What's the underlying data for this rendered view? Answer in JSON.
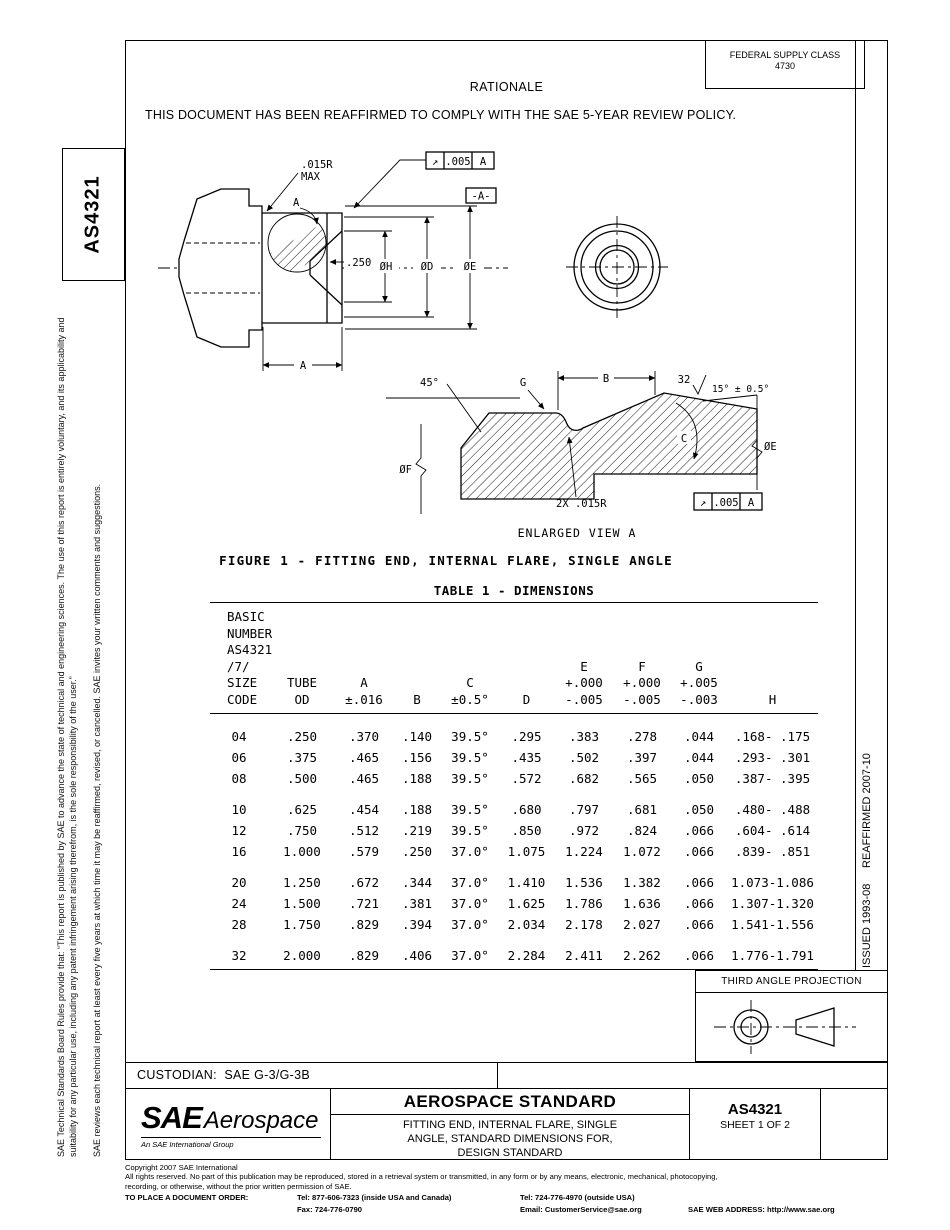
{
  "header": {
    "federal_supply_class_label": "FEDERAL SUPPLY CLASS",
    "federal_supply_class_value": "4730",
    "rationale_title": "RATIONALE",
    "rationale_text": "THIS DOCUMENT HAS BEEN REAFFIRMED TO COMPLY WITH THE SAE 5-YEAR REVIEW POLICY."
  },
  "left_margin": {
    "doc_number": "AS4321",
    "disclaimer_board_rules": "SAE Technical Standards Board Rules provide that: “This report is published by SAE to advance the state of technical and engineering sciences. The use of this report is entirely voluntary, and its applicability and suitability for any particular use, including any patent infringement arising therefrom, is the sole responsibility of the user.”",
    "disclaimer_review": "SAE reviews each technical report at least every five years at which time it may be reaffirmed, revised, or cancelled. SAE invites your written comments and suggestions."
  },
  "right_margin": {
    "reaffirmed": "REAFFIRMED 2007-10",
    "issued": "ISSUED 1993-08"
  },
  "figure": {
    "caption": "FIGURE 1 - FITTING END, INTERNAL FLARE, SINGLE ANGLE",
    "enlarged_view": "ENLARGED VIEW A",
    "labels": {
      "radius_max_1": ".015R",
      "radius_max_2": "MAX",
      "fcf_symbol": "↗",
      "fcf_tol": ".005",
      "fcf_datum": "A",
      "datum_flag": "-A-",
      "detail_circle": "A",
      "dim_250": ".250",
      "dia_h": "ØH",
      "dia_d": "ØD",
      "dia_e": "ØE",
      "dim_a": "A",
      "angle_45": "45°",
      "dim_g": "G",
      "dim_b": "B",
      "finish_32": "32",
      "angle_15": "15° ± 0.5°",
      "angle_c": "C",
      "dia_f": "ØF",
      "dia_e2": "ØE",
      "radius_2x": "2X .015R"
    }
  },
  "table": {
    "title": "TABLE 1 - DIMENSIONS",
    "columns": [
      {
        "lines": [
          "BASIC",
          "NUMBER",
          "AS4321",
          "/7/",
          "SIZE",
          "CODE"
        ]
      },
      {
        "lines": [
          "TUBE",
          "OD"
        ]
      },
      {
        "lines": [
          "A",
          "±.016"
        ]
      },
      {
        "lines": [
          "B"
        ]
      },
      {
        "lines": [
          "C",
          "±0.5°"
        ]
      },
      {
        "lines": [
          "D"
        ]
      },
      {
        "lines": [
          "E",
          "+.000",
          "-.005"
        ]
      },
      {
        "lines": [
          "F",
          "+.000",
          "-.005"
        ]
      },
      {
        "lines": [
          "G",
          "+.005",
          "-.003"
        ]
      },
      {
        "lines": [
          "H"
        ]
      }
    ],
    "row_groups": [
      [
        [
          "04",
          ".250",
          ".370",
          ".140",
          "39.5°",
          ".295",
          ".383",
          ".278",
          ".044",
          ".168- .175"
        ],
        [
          "06",
          ".375",
          ".465",
          ".156",
          "39.5°",
          ".435",
          ".502",
          ".397",
          ".044",
          ".293- .301"
        ],
        [
          "08",
          ".500",
          ".465",
          ".188",
          "39.5°",
          ".572",
          ".682",
          ".565",
          ".050",
          ".387- .395"
        ]
      ],
      [
        [
          "10",
          ".625",
          ".454",
          ".188",
          "39.5°",
          ".680",
          ".797",
          ".681",
          ".050",
          ".480- .488"
        ],
        [
          "12",
          ".750",
          ".512",
          ".219",
          "39.5°",
          ".850",
          ".972",
          ".824",
          ".066",
          ".604- .614"
        ],
        [
          "16",
          "1.000",
          ".579",
          ".250",
          "37.0°",
          "1.075",
          "1.224",
          "1.072",
          ".066",
          ".839- .851"
        ]
      ],
      [
        [
          "20",
          "1.250",
          ".672",
          ".344",
          "37.0°",
          "1.410",
          "1.536",
          "1.382",
          ".066",
          "1.073-1.086"
        ],
        [
          "24",
          "1.500",
          ".721",
          ".381",
          "37.0°",
          "1.625",
          "1.786",
          "1.636",
          ".066",
          "1.307-1.320"
        ],
        [
          "28",
          "1.750",
          ".829",
          ".394",
          "37.0°",
          "2.034",
          "2.178",
          "2.027",
          ".066",
          "1.541-1.556"
        ]
      ],
      [
        [
          "32",
          "2.000",
          ".829",
          ".406",
          "37.0°",
          "2.284",
          "2.411",
          "2.262",
          ".066",
          "1.776-1.791"
        ]
      ]
    ]
  },
  "projection": {
    "label": "THIRD ANGLE PROJECTION"
  },
  "custodian": {
    "text": "CUSTODIAN:  SAE G-3/G-3B"
  },
  "title_block": {
    "logo_sae": "SAE",
    "logo_aerospace": "Aerospace",
    "logo_tagline": "An SAE International Group",
    "doc_type": "AEROSPACE STANDARD",
    "title_line1": "FITTING END, INTERNAL FLARE, SINGLE",
    "title_line2": "ANGLE, STANDARD DIMENSIONS FOR,",
    "title_line3": "DESIGN STANDARD",
    "doc_number": "AS4321",
    "sheet": "SHEET 1 OF 2"
  },
  "footer": {
    "copyright": "Copyright 2007 SAE International",
    "rights_line1": "All rights reserved. No part of this publication may be reproduced, stored in a retrieval system or transmitted, in any form or by any means, electronic, mechanical, photocopying,",
    "rights_line2": "recording, or otherwise, without the prior written permission of SAE.",
    "order_label": "TO PLACE A DOCUMENT ORDER:",
    "tel_inside": "Tel: 877-606-7323 (inside USA and Canada)",
    "tel_outside": "Tel: 724-776-4970 (outside USA)",
    "fax": "Fax: 724-776-0790",
    "email": "Email: CustomerService@sae.org",
    "web": "SAE WEB ADDRESS: http://www.sae.org"
  }
}
